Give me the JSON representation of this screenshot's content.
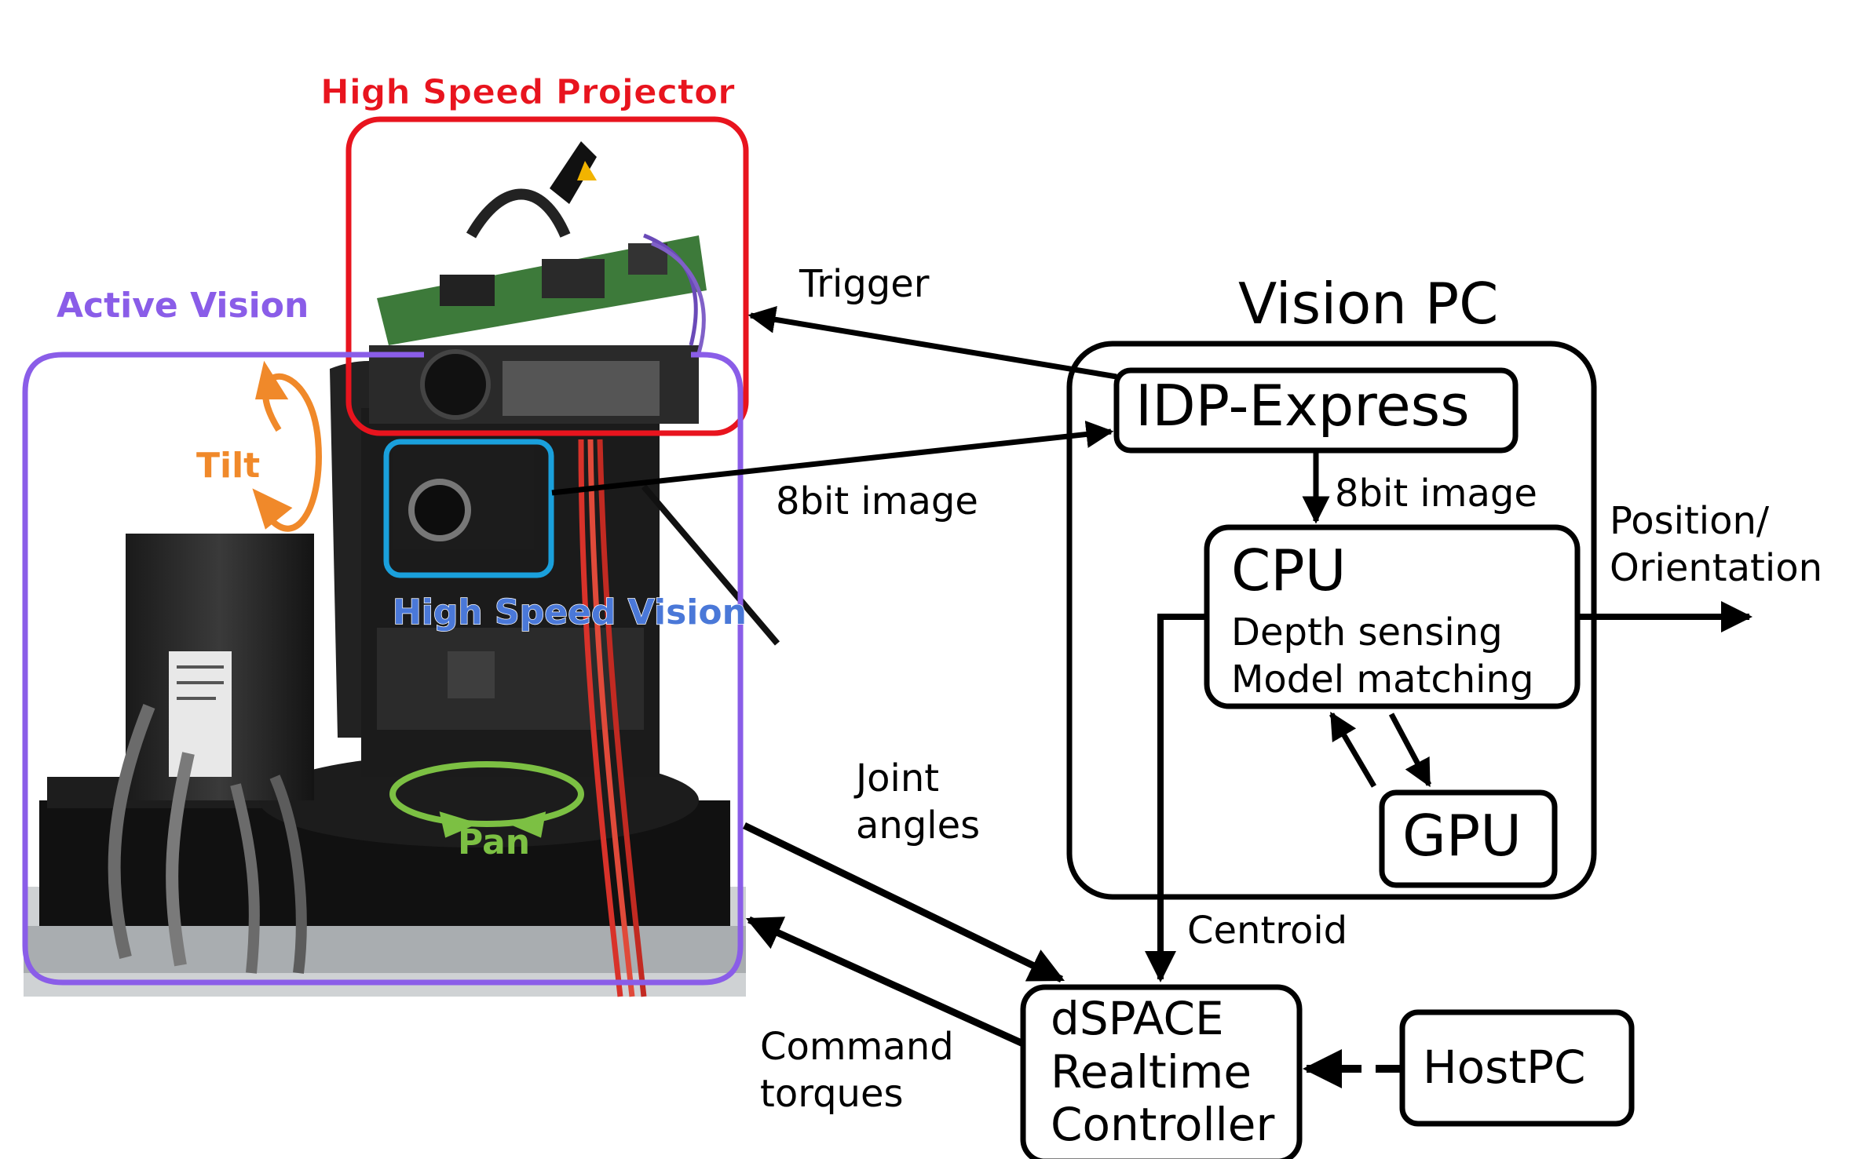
{
  "photo": {
    "labels": {
      "projector": "High Speed Projector",
      "active_vision": "Active Vision",
      "tilt": "Tilt",
      "high_speed_vision": "High Speed Vision",
      "pan": "Pan"
    },
    "colors": {
      "projector": "#e8141e",
      "active_vision": "#8a5de8",
      "tilt": "#f0892a",
      "high_speed_vision": "#1aa0dc",
      "high_speed_vision_text": "#4a78d8",
      "pan": "#7cc043"
    }
  },
  "diagram": {
    "vision_pc": {
      "title": "Vision PC"
    },
    "idp_express": {
      "label": "IDP-Express"
    },
    "cpu": {
      "title": "CPU",
      "line1": "Depth sensing",
      "line2": "Model matching"
    },
    "gpu": {
      "label": "GPU"
    },
    "dspace": {
      "line1": "dSPACE",
      "line2": "Realtime",
      "line3": "Controller"
    },
    "hostpc": {
      "label": "HostPC"
    },
    "arrows": {
      "trigger": "Trigger",
      "image_to_idp": "8bit image",
      "image_to_cpu": "8bit image",
      "position_line1": "Position/",
      "position_line2": "Orientation",
      "joint_line1": "Joint",
      "joint_line2": "angles",
      "centroid": "Centroid",
      "command_line1": "Command",
      "command_line2": "torques"
    }
  }
}
